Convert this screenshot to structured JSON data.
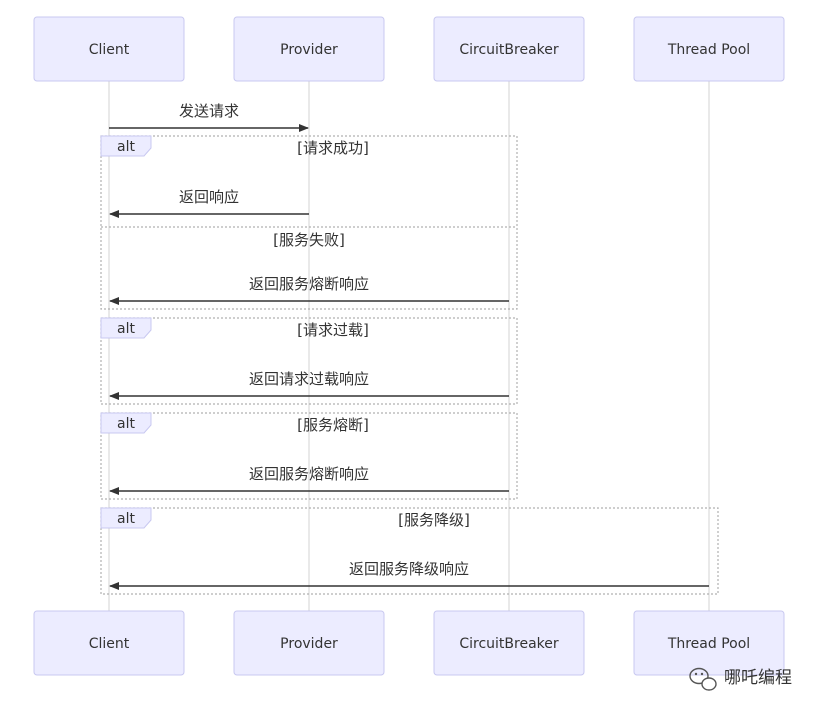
{
  "actors": [
    "Client",
    "Provider",
    "CircuitBreaker",
    "Thread Pool"
  ],
  "messages": [
    {
      "from": 0,
      "to": 1,
      "label": "发送请求"
    },
    {
      "from": 1,
      "to": 0,
      "label": "返回响应"
    },
    {
      "from": 2,
      "to": 0,
      "label": "返回服务熔断响应"
    },
    {
      "from": 2,
      "to": 0,
      "label": "返回请求过载响应"
    },
    {
      "from": 2,
      "to": 0,
      "label": "返回服务熔断响应"
    },
    {
      "from": 3,
      "to": 0,
      "label": "返回服务降级响应"
    }
  ],
  "fragments": [
    {
      "tag": "alt",
      "conditions": [
        "[请求成功]",
        "[服务失败]"
      ]
    },
    {
      "tag": "alt",
      "conditions": [
        "[请求过载]"
      ]
    },
    {
      "tag": "alt",
      "conditions": [
        "[服务熔断]"
      ]
    },
    {
      "tag": "alt",
      "conditions": [
        "[服务降级]"
      ]
    }
  ],
  "watermark": "哪吒编程"
}
